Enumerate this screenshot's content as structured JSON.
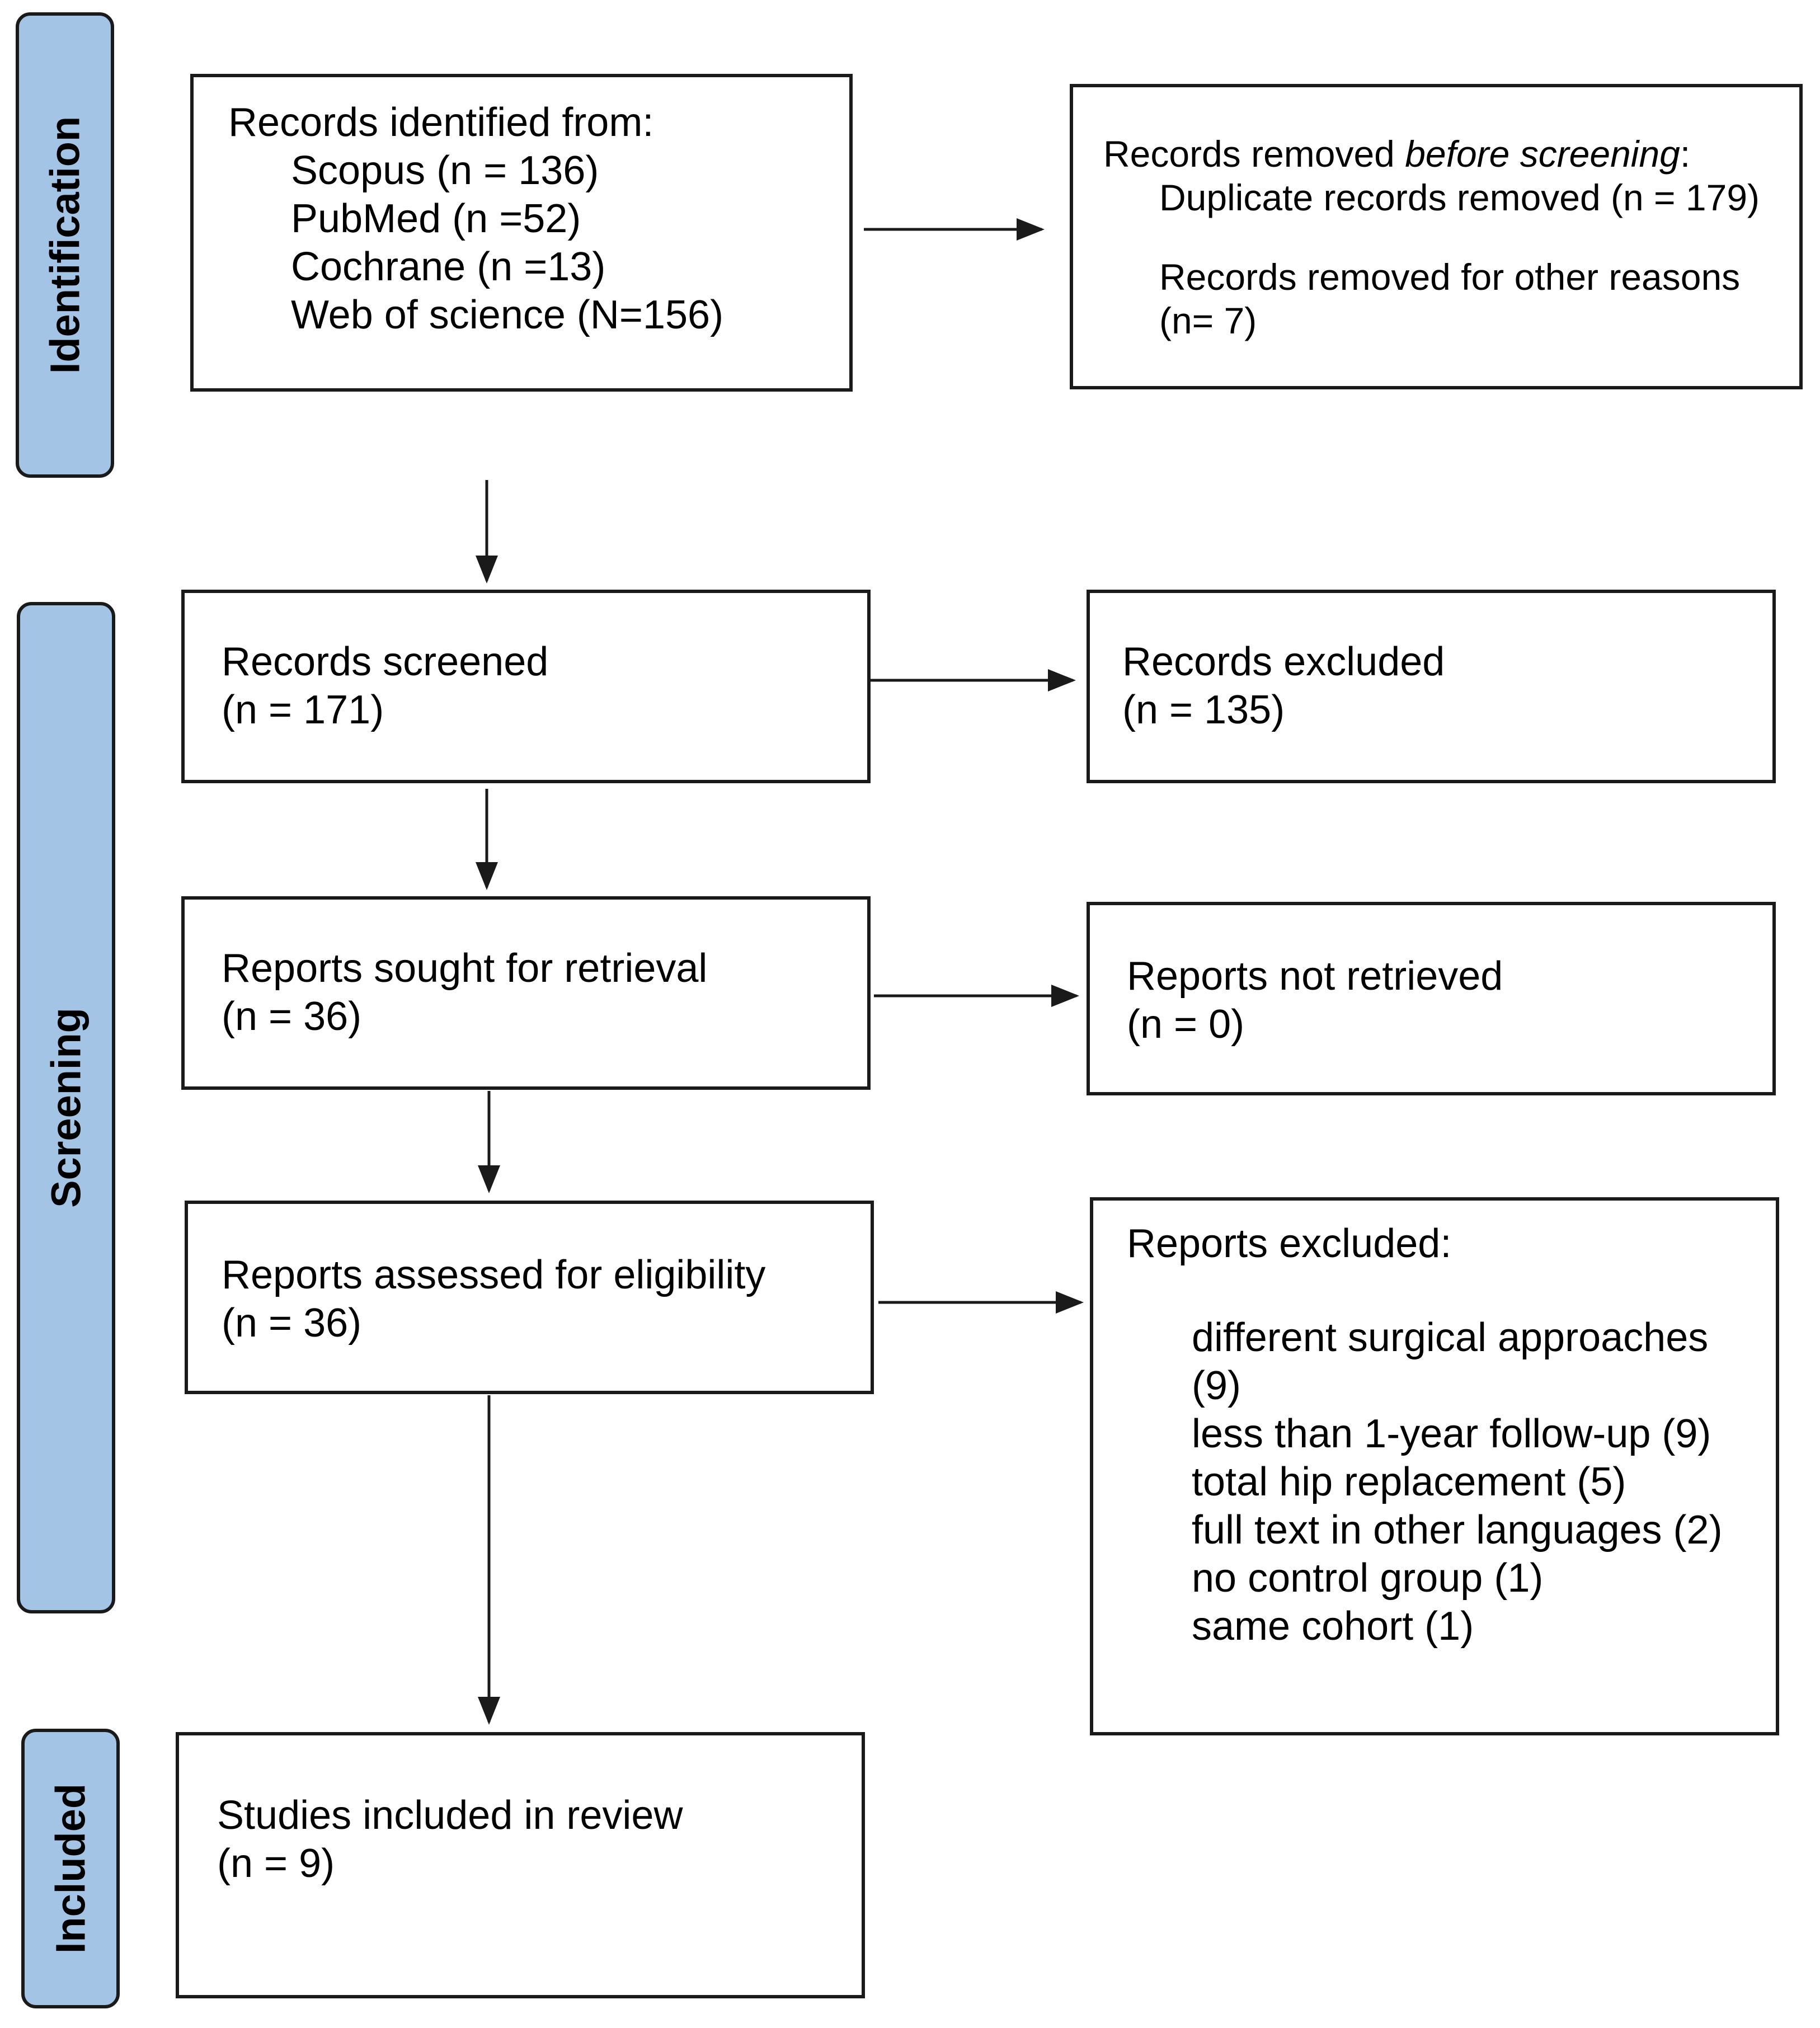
{
  "stages": {
    "identification": "Identification",
    "screening": "Screening",
    "included": "Included"
  },
  "identified": {
    "heading": "Records identified from:",
    "sources": [
      "Scopus (n = 136)",
      "PubMed (n =52)",
      "Cochrane (n =13)",
      "Web of science (N=156)"
    ]
  },
  "removed": {
    "heading_prefix": "Records removed ",
    "heading_emphasis": "before screening",
    "heading_suffix": ":",
    "duplicates": "Duplicate records removed (n = 179)",
    "other_reasons": "Records removed for other reasons",
    "other_reasons_count": "(n= 7)"
  },
  "screened": {
    "label": "Records screened",
    "count": "(n = 171)"
  },
  "excluded": {
    "label": "Records excluded",
    "count": "(n = 135)"
  },
  "sought": {
    "label": "Reports sought for retrieval",
    "count": "(n = 36)"
  },
  "not_retrieved": {
    "label": "Reports not retrieved",
    "count": "(n = 0)"
  },
  "assessed": {
    "label": "Reports assessed for eligibility",
    "count": "(n = 36)"
  },
  "reports_excluded": {
    "heading": "Reports excluded:",
    "reasons": [
      "different surgical approaches",
      "(9)",
      "less than 1-year follow-up (9)",
      "total hip replacement (5)",
      "full text in other languages (2)",
      "no control group (1)",
      "same cohort (1)"
    ]
  },
  "included": {
    "label": "Studies included in review",
    "count": "(n = 9)"
  },
  "colors": {
    "stage_fill": "#a4c4e6",
    "stroke": "#1a1a1a"
  }
}
